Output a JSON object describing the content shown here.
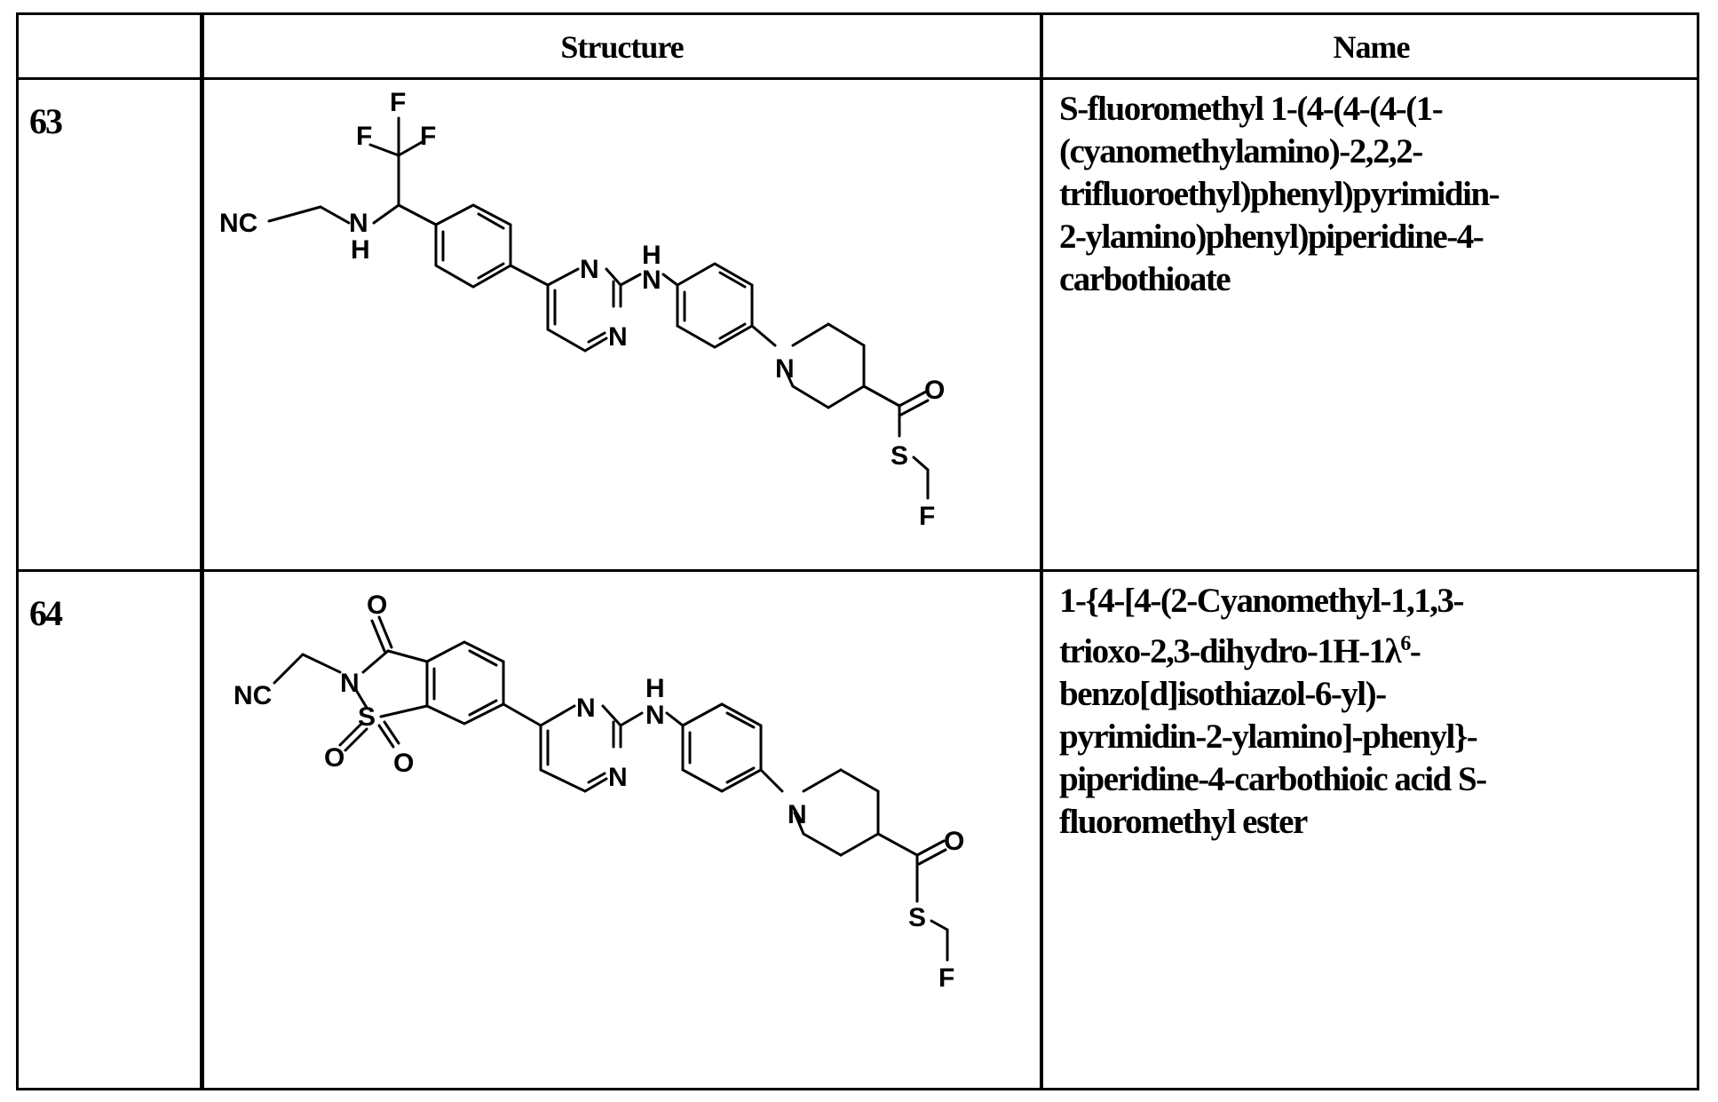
{
  "header": {
    "col_id": "",
    "col_structure": "Structure",
    "col_name": "Name"
  },
  "rows": [
    {
      "id": "63",
      "name_lines": [
        "S-fluoromethyl 1-(4-(4-(4-(1-",
        "(cyanomethylamino)-2,2,2-",
        "trifluoroethyl)phenyl)pyrimidin-",
        "2-ylamino)phenyl)piperidine-4-",
        "carbothioate"
      ]
    },
    {
      "id": "64",
      "name_lines": [
        "1-{4-[4-(2-Cyanomethyl-1,1,3-",
        "trioxo-2,3-dihydro-1H-1λ",
        "benzo[d]isothiazol-6-yl)-",
        "pyrimidin-2-ylamino]-phenyl}-",
        "piperidine-4-carbothioic acid S-",
        "fluoromethyl ester"
      ],
      "superscript": "6"
    }
  ],
  "atoms": {
    "F": "F",
    "N": "N",
    "H": "H",
    "NC": "NC",
    "O": "O",
    "S": "S"
  }
}
